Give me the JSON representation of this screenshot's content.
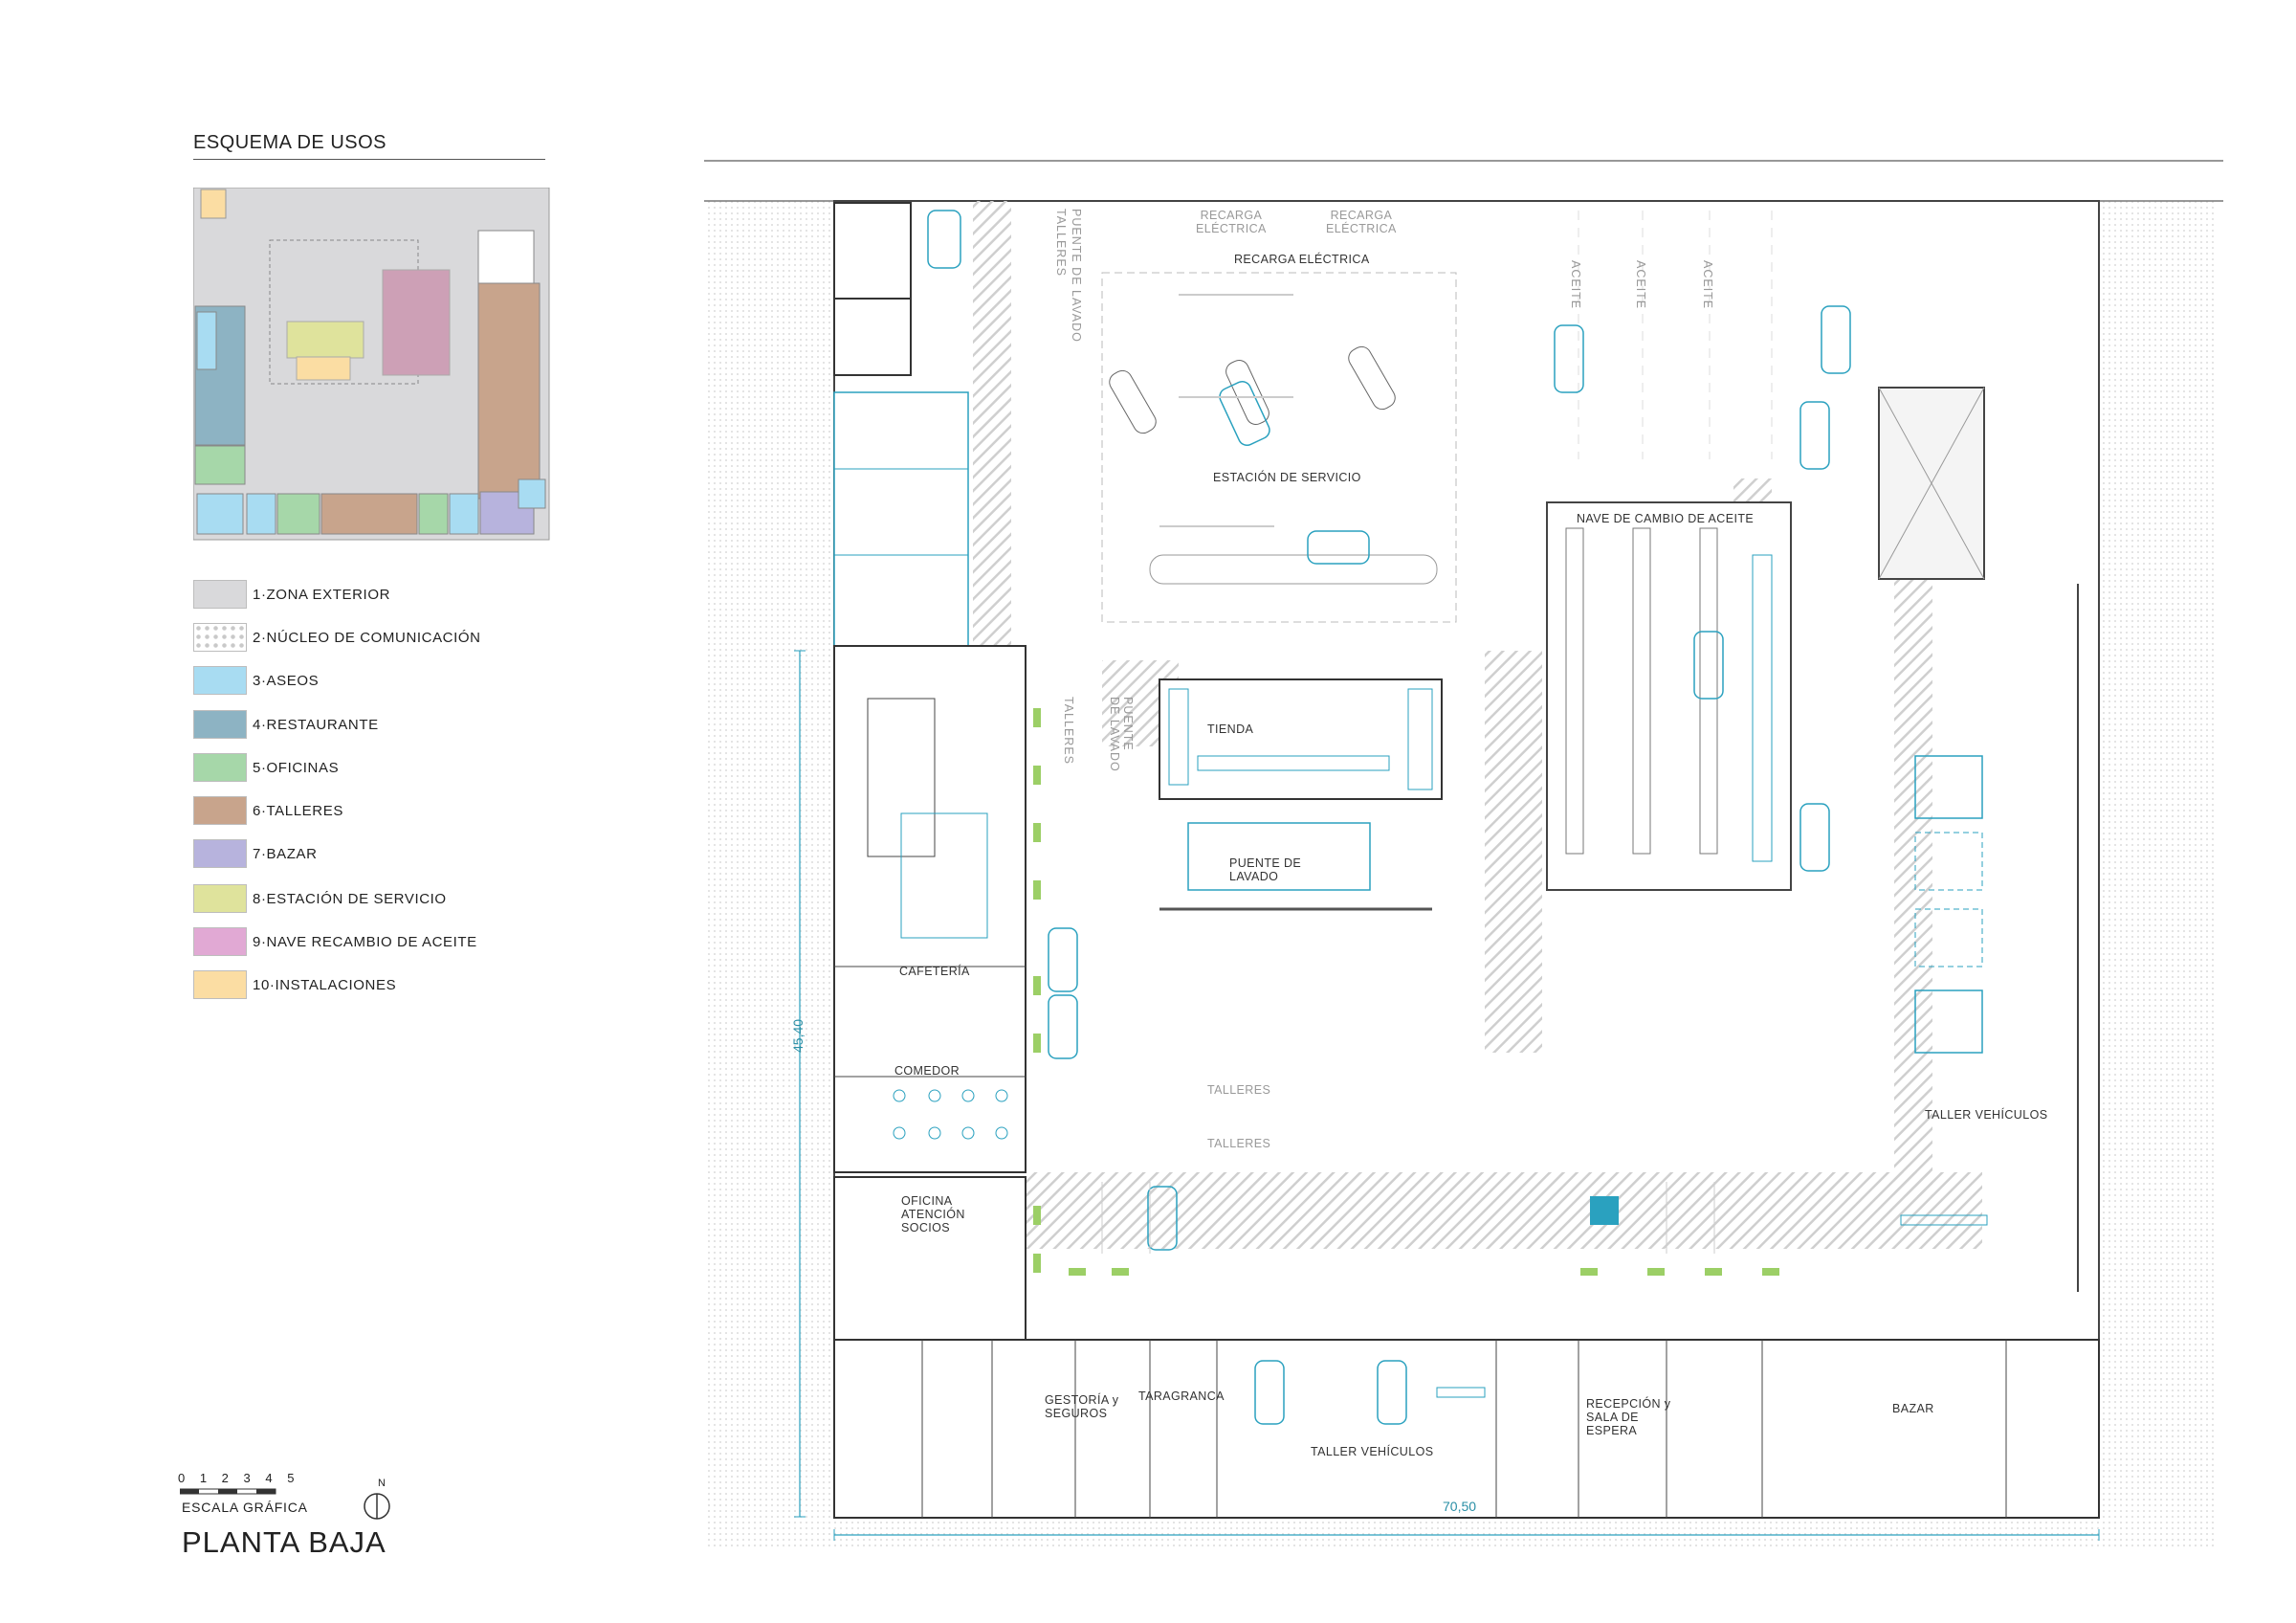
{
  "legend": {
    "title": "ESQUEMA DE USOS",
    "items": [
      {
        "label": "1·ZONA EXTERIOR",
        "color": "#d9d9db"
      },
      {
        "label": "2·NÚCLEO DE COMUNICACIÓN",
        "color": "#ffffff"
      },
      {
        "label": "3·ASEOS",
        "color": "#a8dcf2"
      },
      {
        "label": "4·RESTAURANTE",
        "color": "#8db3c3"
      },
      {
        "label": "5·OFICINAS",
        "color": "#a6d7a9"
      },
      {
        "label": "6·TALLERES",
        "color": "#c8a48c"
      },
      {
        "label": "7·BAZAR",
        "color": "#b7b3dd"
      },
      {
        "label": "8·ESTACIÓN DE SERVICIO",
        "color": "#dfe39c"
      },
      {
        "label": "9·NAVE RECAMBIO DE ACEITE",
        "color": "#e1a9d4"
      },
      {
        "label": "10·INSTALACIONES",
        "color": "#fbdda3"
      }
    ]
  },
  "plan": {
    "labels": {
      "recarga1": "RECARGA\nELÉCTRICA",
      "recarga2": "RECARGA\nELÉCTRICA",
      "recarga_main": "RECARGA ELÉCTRICA",
      "estacion": "ESTACIÓN DE SERVICIO",
      "nave": "NAVE DE CAMBIO DE ACEITE",
      "tienda": "TIENDA",
      "puente": "PUENTE DE\nLAVADO",
      "cafeteria": "CAFETERÍA",
      "comedor": "COMEDOR",
      "oficina": "OFICINA\nATENCIÓN\nSOCIOS",
      "talleres1": "TALLERES",
      "talleres2": "TALLERES",
      "taller_right": "TALLER VEHÍCULOS",
      "taller_bottom": "TALLER VEHÍCULOS",
      "gestoria": "GESTORÍA y\nSEGUROS",
      "taragranca": "TARAGRANCA",
      "recepcion": "RECEPCIÓN y\nSALA DE\nESPERA",
      "bazar": "BAZAR"
    },
    "vertical_labels": {
      "talleres_top": "TALLERES",
      "puente_top": "PUENTE DE LAVADO",
      "talleres_mid": "TALLERES",
      "puente_mid": "PUENTE\nDE LAVADO",
      "aceite1": "ACEITE",
      "aceite2": "ACEITE",
      "aceite3": "ACEITE"
    },
    "dimensions": {
      "height": "45,40",
      "width": "70,50"
    }
  },
  "footer": {
    "scale_numbers": "0 1 2 3 4 5",
    "scale_label": "ESCALA GRÁFICA",
    "north": "N",
    "title": "PLANTA BAJA"
  },
  "colors": {
    "accent": "#2aa1bf",
    "hatch": "#cfcfcf",
    "line": "#555555"
  }
}
